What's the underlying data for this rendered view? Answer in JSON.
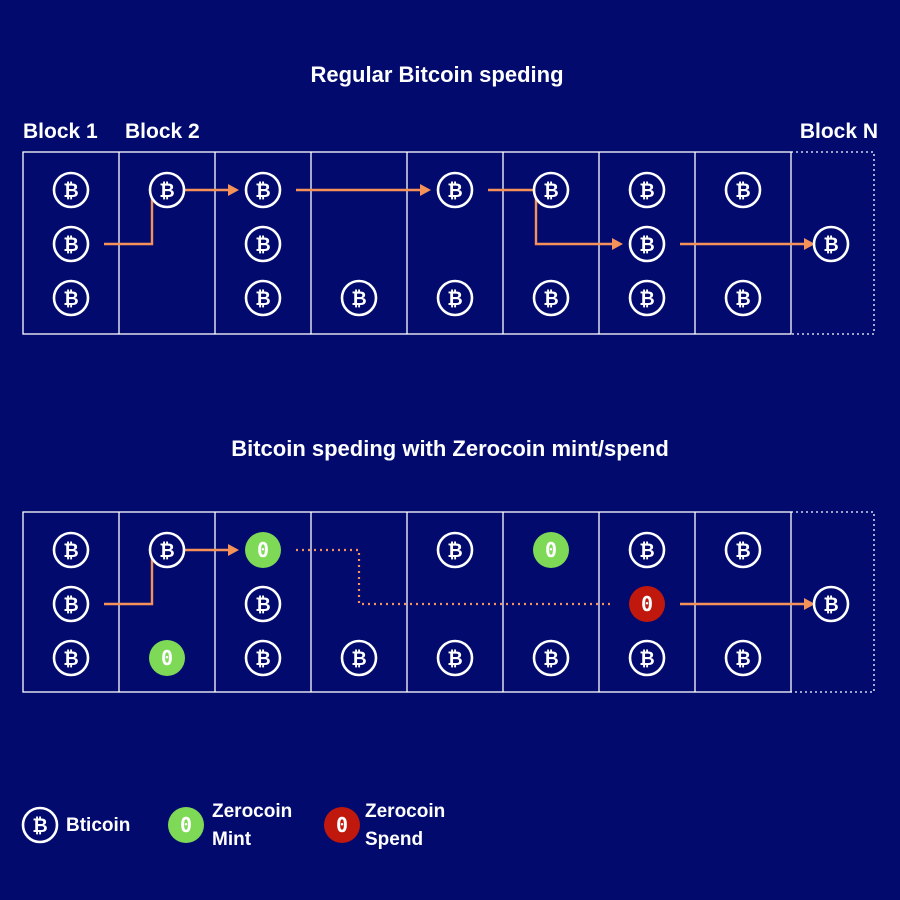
{
  "colors": {
    "background": "#020a6e",
    "grid": "#ffffff",
    "arrow": "#f5925a",
    "mint": "#7ed957",
    "spend": "#c0180c"
  },
  "icons": {
    "bitcoin": "bitcoin-icon",
    "mint": "zerocoin-mint-icon",
    "spend": "zerocoin-spend-icon",
    "bitcoin_glyph": "₿",
    "zerocoin_glyph": "0"
  },
  "block_labels": {
    "first": "Block 1",
    "second": "Block 2",
    "last": "Block N"
  },
  "diagram1": {
    "title": "Regular Bitcoin speding",
    "coins": [
      {
        "block": 1,
        "row": 1,
        "type": "bitcoin"
      },
      {
        "block": 1,
        "row": 2,
        "type": "bitcoin"
      },
      {
        "block": 1,
        "row": 3,
        "type": "bitcoin"
      },
      {
        "block": 2,
        "row": 1,
        "type": "bitcoin"
      },
      {
        "block": 3,
        "row": 1,
        "type": "bitcoin"
      },
      {
        "block": 3,
        "row": 2,
        "type": "bitcoin"
      },
      {
        "block": 3,
        "row": 3,
        "type": "bitcoin"
      },
      {
        "block": 4,
        "row": 3,
        "type": "bitcoin"
      },
      {
        "block": 5,
        "row": 1,
        "type": "bitcoin"
      },
      {
        "block": 5,
        "row": 3,
        "type": "bitcoin"
      },
      {
        "block": 6,
        "row": 1,
        "type": "bitcoin"
      },
      {
        "block": 6,
        "row": 3,
        "type": "bitcoin"
      },
      {
        "block": 7,
        "row": 1,
        "type": "bitcoin"
      },
      {
        "block": 7,
        "row": 2,
        "type": "bitcoin"
      },
      {
        "block": 7,
        "row": 3,
        "type": "bitcoin"
      },
      {
        "block": 8,
        "row": 1,
        "type": "bitcoin"
      },
      {
        "block": 8,
        "row": 3,
        "type": "bitcoin"
      },
      {
        "block": 9,
        "row": 2,
        "type": "bitcoin"
      }
    ],
    "transfers": [
      {
        "from": [
          1,
          2
        ],
        "to": [
          3,
          1
        ],
        "style": "solid"
      },
      {
        "from": [
          3,
          1
        ],
        "to": [
          5,
          1
        ],
        "style": "solid"
      },
      {
        "from": [
          5,
          1
        ],
        "to": [
          7,
          2
        ],
        "style": "solid"
      },
      {
        "from": [
          7,
          2
        ],
        "to": [
          9,
          2
        ],
        "style": "solid"
      }
    ]
  },
  "diagram2": {
    "title": "Bitcoin speding with Zerocoin mint/spend",
    "coins": [
      {
        "block": 1,
        "row": 1,
        "type": "bitcoin"
      },
      {
        "block": 1,
        "row": 2,
        "type": "bitcoin"
      },
      {
        "block": 1,
        "row": 3,
        "type": "bitcoin"
      },
      {
        "block": 2,
        "row": 1,
        "type": "bitcoin"
      },
      {
        "block": 2,
        "row": 3,
        "type": "mint"
      },
      {
        "block": 3,
        "row": 1,
        "type": "mint"
      },
      {
        "block": 3,
        "row": 2,
        "type": "bitcoin"
      },
      {
        "block": 3,
        "row": 3,
        "type": "bitcoin"
      },
      {
        "block": 4,
        "row": 3,
        "type": "bitcoin"
      },
      {
        "block": 5,
        "row": 1,
        "type": "bitcoin"
      },
      {
        "block": 5,
        "row": 3,
        "type": "bitcoin"
      },
      {
        "block": 6,
        "row": 1,
        "type": "mint"
      },
      {
        "block": 6,
        "row": 3,
        "type": "bitcoin"
      },
      {
        "block": 7,
        "row": 1,
        "type": "bitcoin"
      },
      {
        "block": 7,
        "row": 2,
        "type": "spend"
      },
      {
        "block": 7,
        "row": 3,
        "type": "bitcoin"
      },
      {
        "block": 8,
        "row": 1,
        "type": "bitcoin"
      },
      {
        "block": 8,
        "row": 3,
        "type": "bitcoin"
      },
      {
        "block": 9,
        "row": 2,
        "type": "bitcoin"
      }
    ],
    "transfers": [
      {
        "from": [
          1,
          2
        ],
        "to": [
          3,
          1
        ],
        "style": "solid"
      },
      {
        "from": [
          3,
          1
        ],
        "to": [
          7,
          2
        ],
        "style": "dotted"
      },
      {
        "from": [
          7,
          2
        ],
        "to": [
          9,
          2
        ],
        "style": "solid"
      }
    ]
  },
  "legend": {
    "bitcoin": "Bticoin",
    "mint_line1": "Zerocoin",
    "mint_line2": "Mint",
    "spend_line1": "Zerocoin",
    "spend_line2": "Spend"
  }
}
